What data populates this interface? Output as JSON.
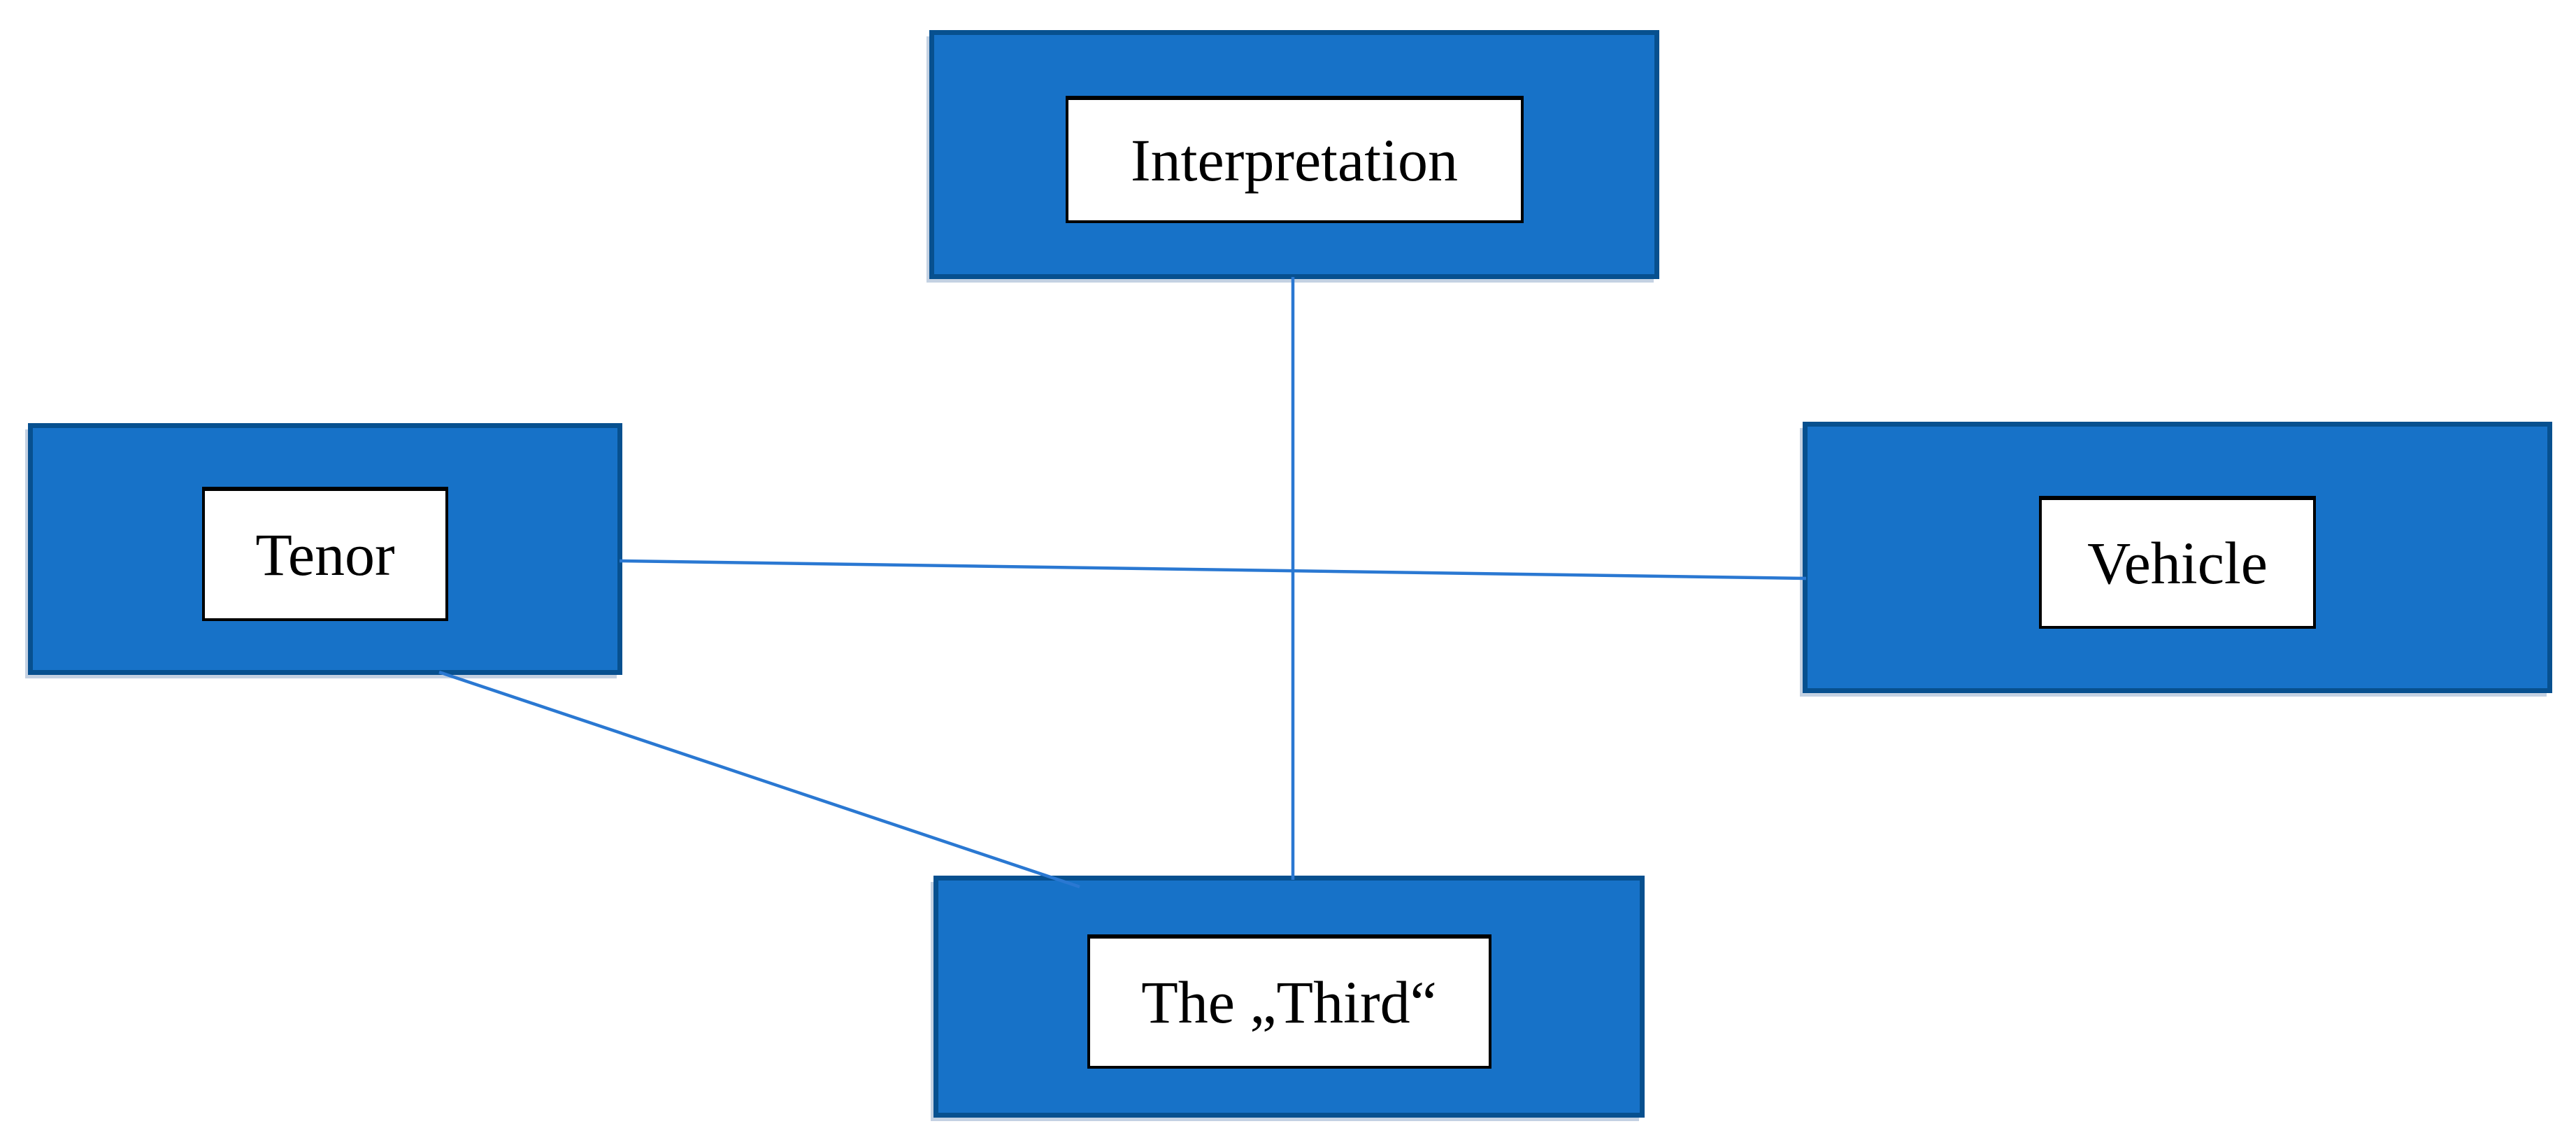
{
  "diagram": {
    "type": "concept-diagram",
    "description": "Metaphor structure diagram with four connected nodes",
    "nodes": {
      "interpretation": {
        "label": "Interpretation",
        "position": "top-center"
      },
      "tenor": {
        "label": "Tenor",
        "position": "middle-left"
      },
      "vehicle": {
        "label": "Vehicle",
        "position": "middle-right"
      },
      "third": {
        "label": "The „Third“",
        "position": "bottom-center"
      }
    },
    "edges": [
      {
        "from": "interpretation",
        "to": "third"
      },
      {
        "from": "tenor",
        "to": "vehicle"
      },
      {
        "from": "tenor",
        "to": "third"
      }
    ],
    "colors": {
      "node_fill": "#1772C8",
      "node_border": "#07508F",
      "label_background": "#FFFFFF",
      "label_border": "#000000",
      "label_text": "#000000",
      "edge_line": "#2A78D2",
      "page_background": "#FFFFFF"
    }
  }
}
